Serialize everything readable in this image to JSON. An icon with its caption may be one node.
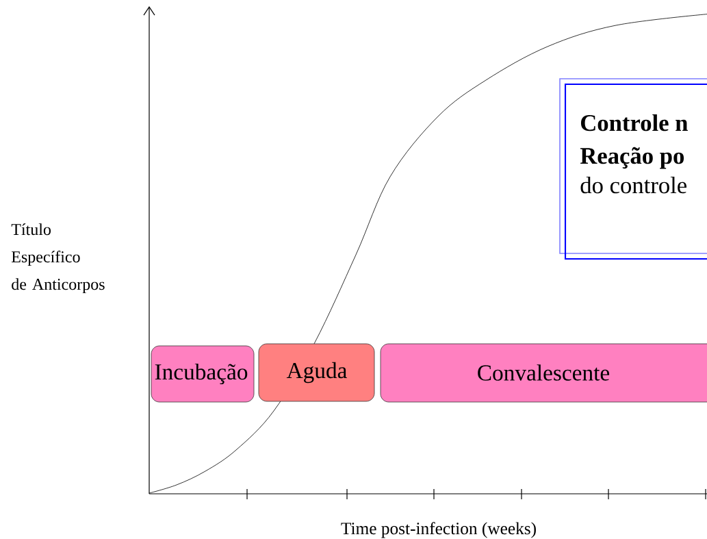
{
  "diagram": {
    "nodes": [
      {
        "text": [
          "Incubação"
        ]
      },
      {
        "text": [
          "Aguda"
        ]
      },
      {
        "text": [
          "Convalescente"
        ]
      },
      {
        "text": [
          "Controle n",
          "Reação po",
          "do controle"
        ]
      }
    ],
    "labels": [
      "Título Específico de Anticorpos",
      "Time post-infection (weeks)"
    ]
  }
}
